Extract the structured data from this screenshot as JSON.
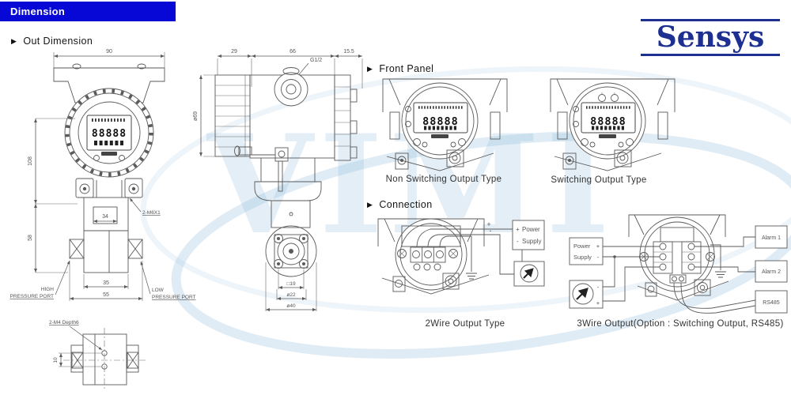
{
  "banner": {
    "label": "Dimension"
  },
  "logo": {
    "text": "Sensys"
  },
  "watermark": {
    "text": "VIMI"
  },
  "sections": {
    "out_dimension": "Out Dimension",
    "front_panel": "Front Panel",
    "connection": "Connection"
  },
  "front_view": {
    "dim_90": "90",
    "dim_108": "108",
    "dim_58": "58",
    "dim_34": "34",
    "dim_35": "35",
    "dim_55": "55",
    "thread_label": "2-M6X1",
    "high_port_line1": "HIGH",
    "high_port_line2": "PRESSURE PORT",
    "low_port_line1": "LOW",
    "low_port_line2": "PRESSURE PORT",
    "display_digits": "88888"
  },
  "bottom_view": {
    "hole_label": "2-M4 Depth6",
    "dim_10": "10"
  },
  "side_view": {
    "dim_29": "29",
    "dim_66": "66",
    "dim_15_5": "15.5",
    "conduit_label": "G1/2",
    "dim_dia69": "ø69",
    "dim_sq19": "□19",
    "dim_dia22": "ø22",
    "dim_dia40": "ø40"
  },
  "front_panel": {
    "display_digits": "88888",
    "non_switching_caption": "Non Switching Output Type",
    "switching_caption": "Switching Output Type"
  },
  "connection": {
    "two_wire": {
      "caption": "2Wire Output Type",
      "psu_line1": "Power",
      "psu_line2": "Supply",
      "plus": "+",
      "minus": "-"
    },
    "three_wire": {
      "caption": "3Wire Output(Option : Switching Output, RS485)",
      "psu_line1": "Power",
      "psu_line2": "Supply",
      "plus": "+",
      "minus": "-",
      "alarm1": "Alarm 1",
      "alarm2": "Alarm 2",
      "rs485": "RS485"
    }
  }
}
